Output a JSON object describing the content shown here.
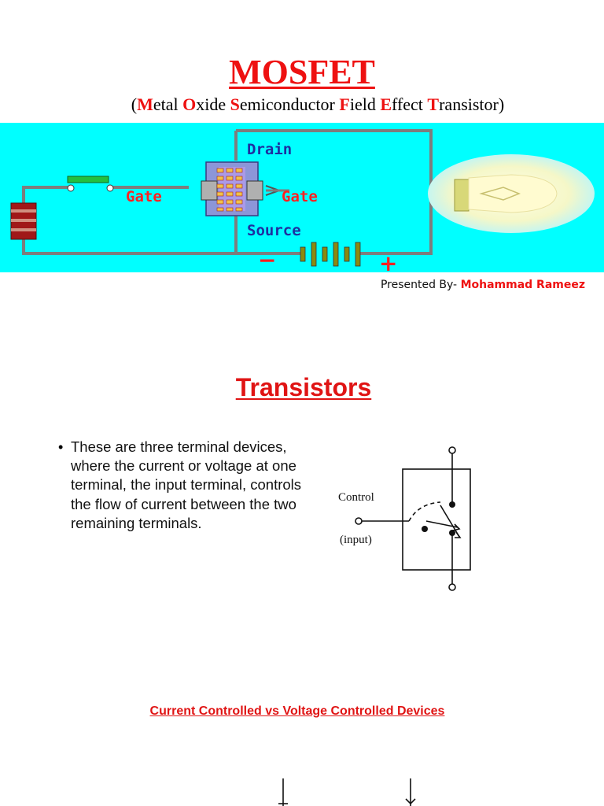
{
  "slide1": {
    "title": "MOSFET",
    "subtitle_words": [
      {
        "cap": "M",
        "rest": "etal"
      },
      {
        "cap": "O",
        "rest": "xide"
      },
      {
        "cap": "S",
        "rest": "emiconductor"
      },
      {
        "cap": "F",
        "rest": "ield"
      },
      {
        "cap": "E",
        "rest": "ffect"
      },
      {
        "cap": "T",
        "rest": "ransistor"
      }
    ],
    "circuit": {
      "drain_label": "Drain",
      "source_label": "Source",
      "gate_left_label": "Gate",
      "gate_right_label": "Gate",
      "minus_sign": "−",
      "plus_sign": "+",
      "colors": {
        "background": "#00ffff",
        "wire": "#8a8a8a",
        "label_blue": "#1e2fa0",
        "label_red": "#ff2020",
        "bulb_glow": "#fefbc8"
      }
    },
    "presenter_prefix": "Presented By- ",
    "presenter_name": "Mohammad Rameez"
  },
  "slide2": {
    "title": "Transistors",
    "bullet": "These are three terminal devices, where the current or voltage at one terminal, the input terminal, controls the flow of current between the two remaining terminals.",
    "diagram": {
      "control_label": "Control",
      "input_label": "(input)"
    }
  },
  "slide3": {
    "title": "Current Controlled vs Voltage Controlled Devices"
  }
}
